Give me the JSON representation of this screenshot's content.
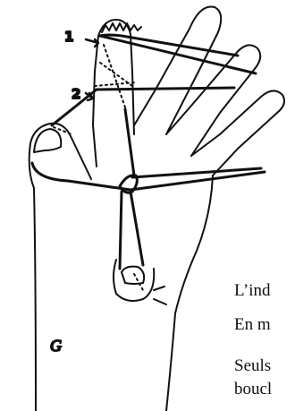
{
  "figure": {
    "label_1": "1",
    "label_2": "2",
    "label_g": "G"
  },
  "text_lines": [
    "L’ind",
    "En m",
    "Seuls",
    "boucl"
  ],
  "colors": {
    "ink": "#111111",
    "background": "#ffffff"
  }
}
